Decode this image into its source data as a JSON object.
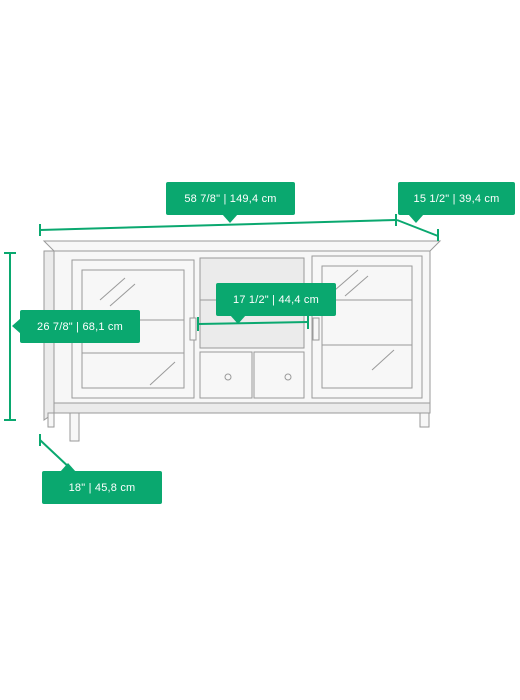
{
  "colors": {
    "accent": "#0aa86f",
    "outline": "#9a9a9a",
    "fill": "#f7f7f7",
    "shade": "#ebebeb"
  },
  "dimensions": {
    "width_label": "58 7/8\"  |  149,4 cm",
    "depth_top_label": "15 1/2\"  |  39,4 cm",
    "height_label": "26 7/8\"  |  68,1 cm",
    "inner_width_label": "17 1/2\"  |  44,4 cm",
    "depth_label": "18\"  |  45,8 cm"
  }
}
